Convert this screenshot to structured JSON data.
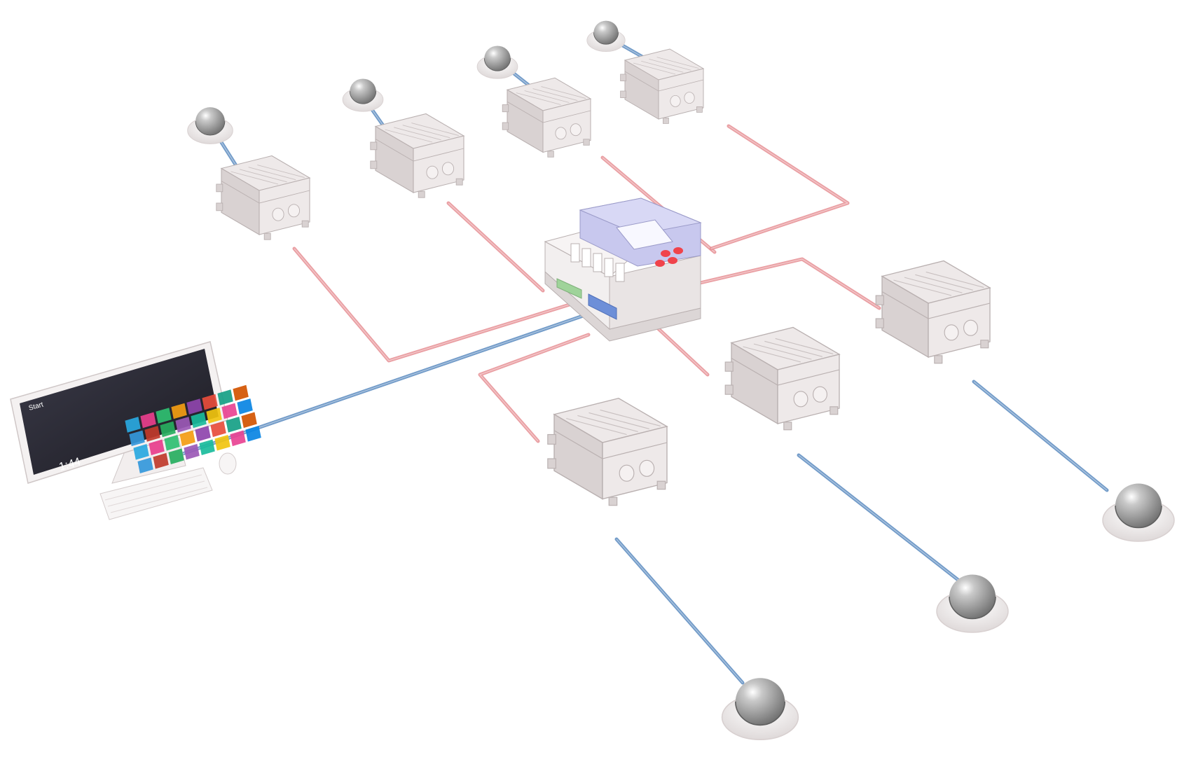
{
  "palette": {
    "background": "#ffffff",
    "ethernet_cable": "#5a8bc0",
    "power_cable": "#e68f94",
    "enclosure_body": "#eee9e9",
    "enclosure_shade": "#d9d2d2",
    "enclosure_edge": "#b9b0b0",
    "camera_base": "#f6f2f2",
    "camera_dome": "#8c8c8c",
    "switch_panel": "#c8c8ee",
    "switch_buttons": "#f0434b",
    "switch_body": "#f2efef",
    "monitor_screen": "#2c2b33"
  },
  "monitor": {
    "start_label": "Start",
    "time_text": "1:44",
    "tile_colors": [
      "#29a8e0",
      "#e83e8c",
      "#2fbf71",
      "#f39c12",
      "#8e44ad",
      "#e74c3c",
      "#16a085",
      "#d35400",
      "#3498db",
      "#c0392b",
      "#27ae60",
      "#9b59b6",
      "#1abc9c",
      "#f1c40f",
      "#e84393",
      "#0984e3"
    ]
  },
  "legend_semantics": {
    "blue_lines": "ethernet-cable",
    "red_lines": "power-cable"
  }
}
